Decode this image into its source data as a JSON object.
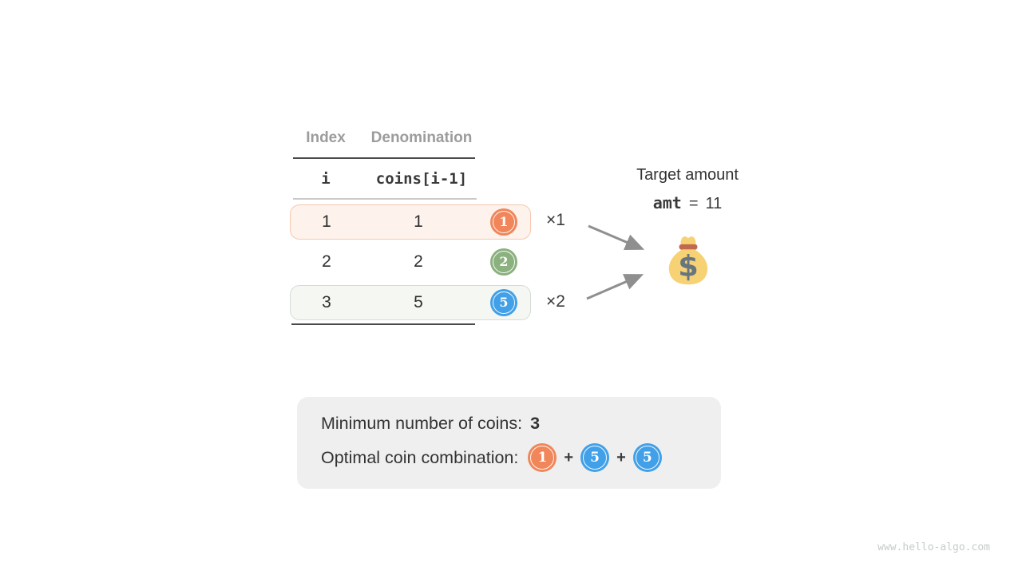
{
  "table": {
    "header": {
      "col1": "Index",
      "col2": "Denomination"
    },
    "subheader": {
      "col1": "i",
      "col2": "coins[i-1]"
    },
    "rows": [
      {
        "index": "1",
        "denomination": "1",
        "coin": "1",
        "coin_color": "#F0865A",
        "multiplier": "×1",
        "highlighted": true
      },
      {
        "index": "2",
        "denomination": "2",
        "coin": "2",
        "coin_color": "#8AB17E",
        "multiplier": "",
        "highlighted": false
      },
      {
        "index": "3",
        "denomination": "5",
        "coin": "5",
        "coin_color": "#41A0E8",
        "multiplier": "×2",
        "highlighted": true
      }
    ]
  },
  "target": {
    "label": "Target amount",
    "var": "amt",
    "eq": "=",
    "value": "11"
  },
  "summary": {
    "min_label": "Minimum number of coins:",
    "min_value": "3",
    "combo_label": "Optimal coin combination:",
    "plus": "+",
    "combo_coins": [
      {
        "label": "1",
        "color": "#F0865A"
      },
      {
        "label": "5",
        "color": "#41A0E8"
      },
      {
        "label": "5",
        "color": "#41A0E8"
      }
    ]
  },
  "colors": {
    "row1_fill": "#FDF2EC",
    "row1_border": "#F6C8B0",
    "row3_fill": "#F5F8F2",
    "row3_border": "#D7DBD7",
    "arrow": "#8F8F8F",
    "bag_body": "#F6D274",
    "bag_band": "#C1694F",
    "bag_dollar": "#66757F",
    "summary_bg": "#EFEFEF"
  },
  "watermark": "www.hello-algo.com"
}
